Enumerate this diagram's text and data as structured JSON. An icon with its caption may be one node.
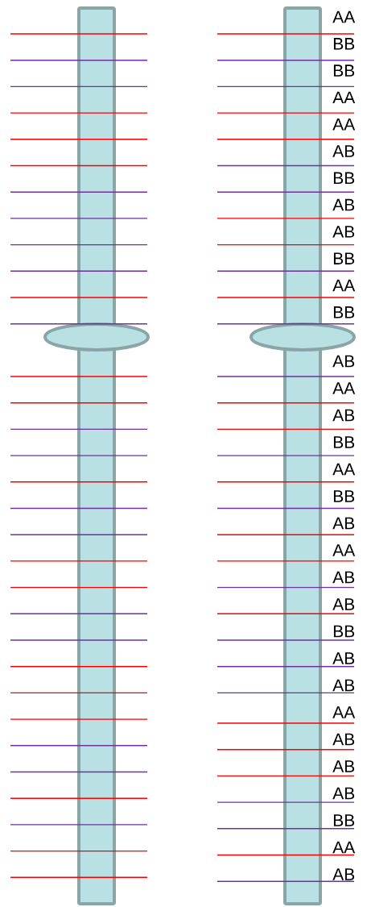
{
  "diagram": {
    "labels": [
      "AA",
      "BB",
      "BB",
      "AA",
      "AA",
      "AB",
      "BB",
      "AB",
      "AB",
      "BB",
      "AA",
      "BB",
      "AB",
      "AA",
      "AB",
      "BB",
      "AA",
      "BB",
      "AB",
      "AA",
      "AB",
      "AB",
      "BB",
      "AB",
      "AB",
      "AA",
      "AB",
      "AB",
      "AB",
      "BB",
      "AA",
      "AB"
    ]
  }
}
